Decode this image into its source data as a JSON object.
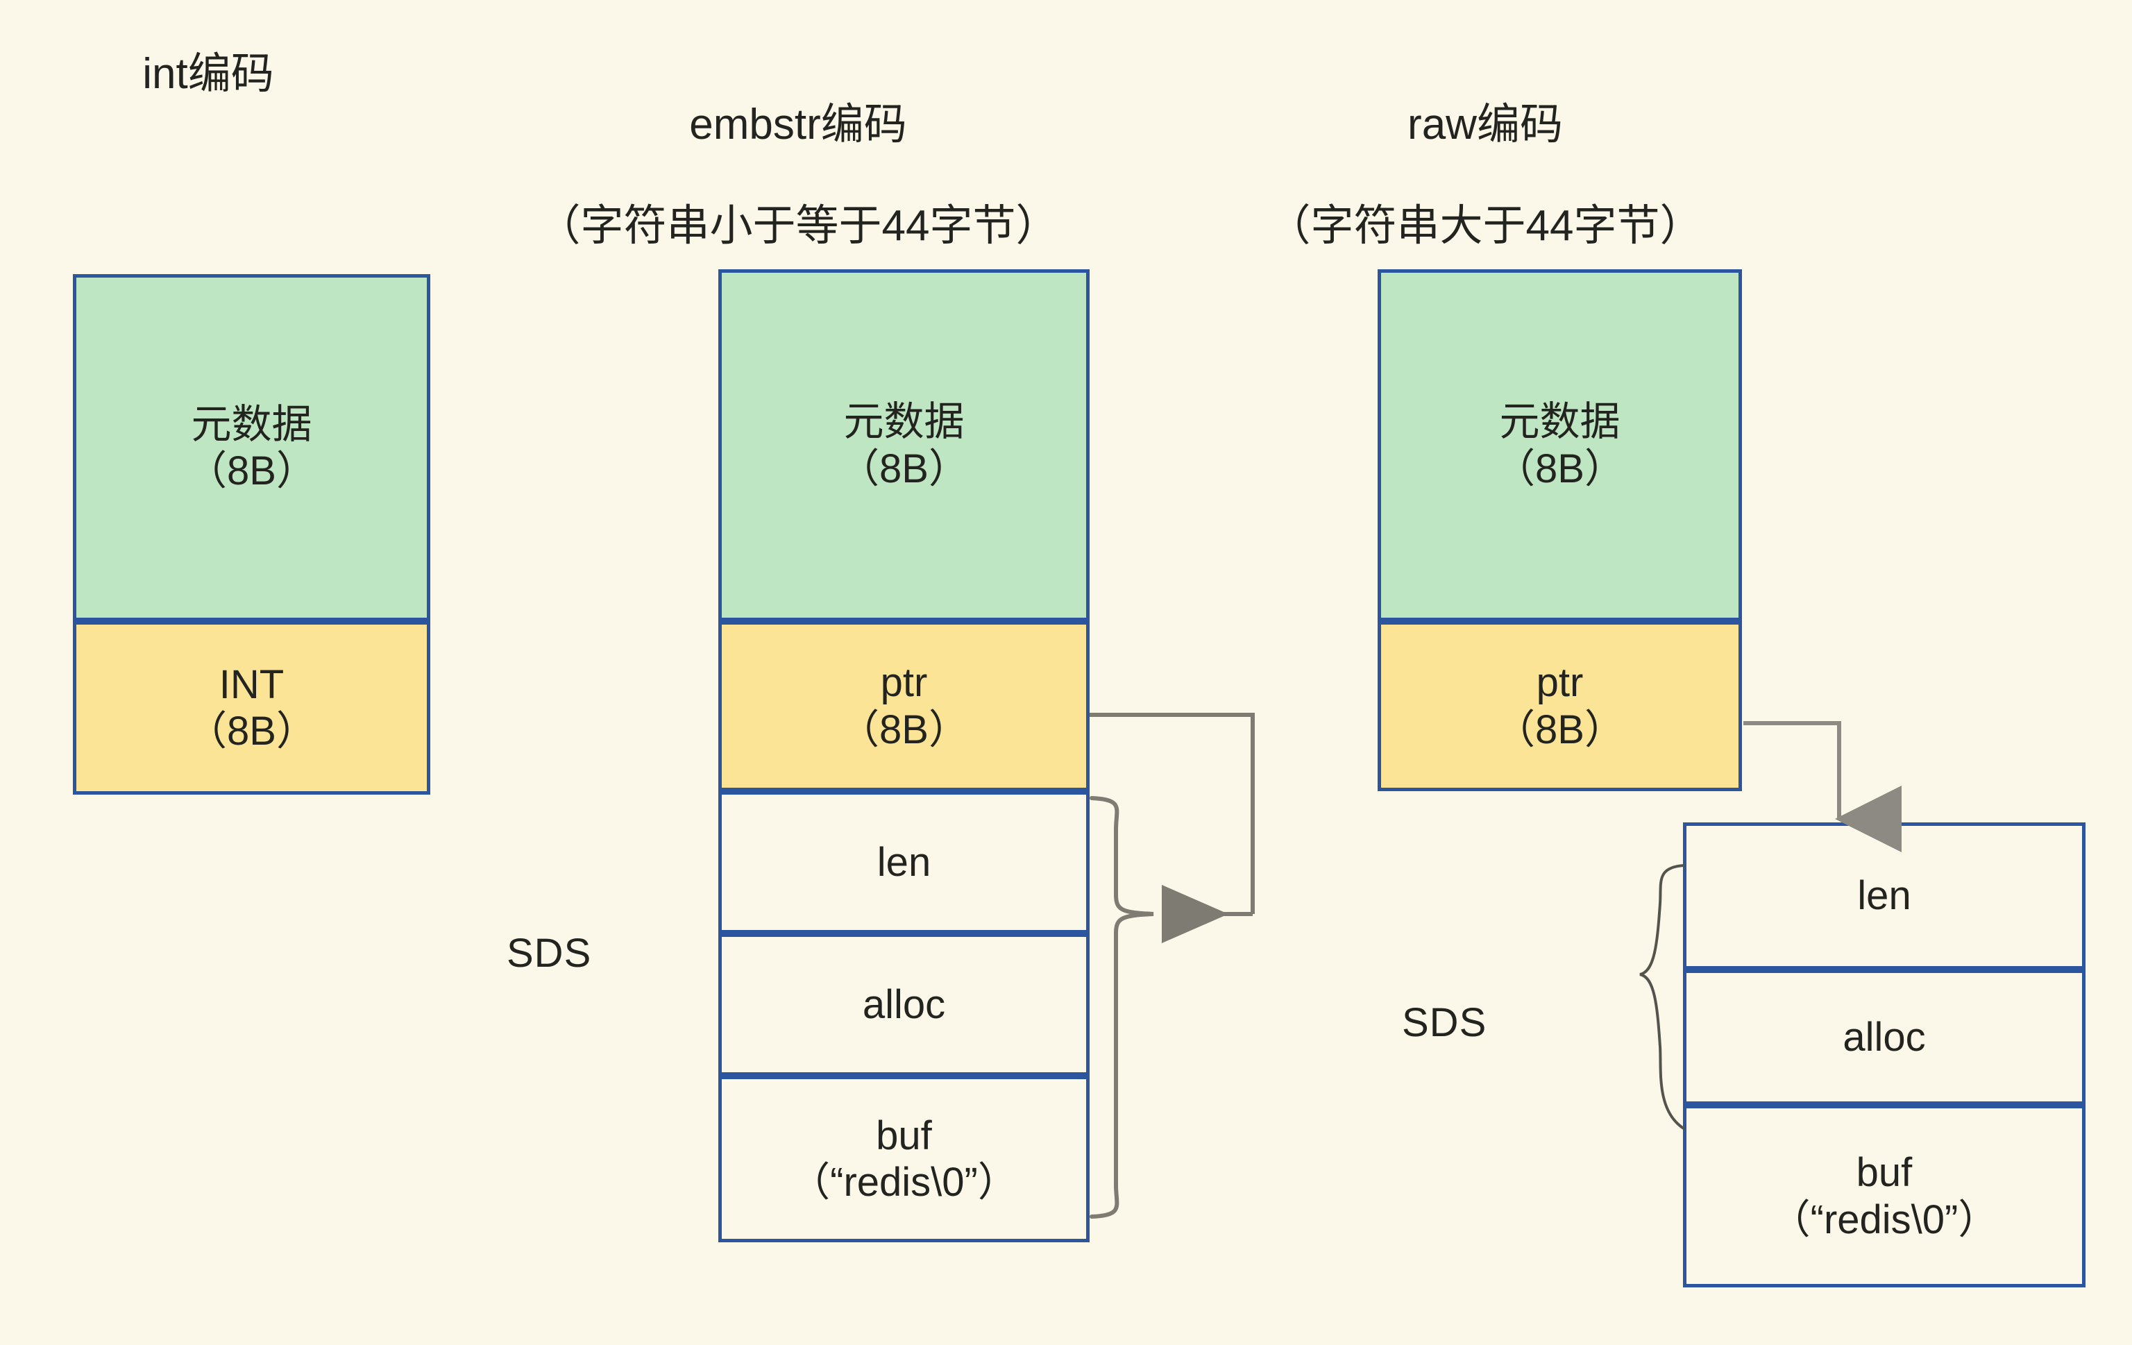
{
  "columns": [
    {
      "id": "int",
      "title": "int编码",
      "subtitle": "",
      "cells": [
        {
          "id": "metadata",
          "line1": "元数据",
          "line2": "（8B）",
          "fill": "green"
        },
        {
          "id": "int-value",
          "line1": "INT",
          "line2": "（8B）",
          "fill": "yellow"
        }
      ]
    },
    {
      "id": "embstr",
      "title": "embstr编码",
      "subtitle": "（字符串小于等于44字节）",
      "sds_label": "SDS",
      "cells": [
        {
          "id": "metadata",
          "line1": "元数据",
          "line2": "（8B）",
          "fill": "green"
        },
        {
          "id": "ptr",
          "line1": "ptr",
          "line2": "（8B）",
          "fill": "yellow"
        },
        {
          "id": "len",
          "line1": "len",
          "line2": "",
          "fill": "plain"
        },
        {
          "id": "alloc",
          "line1": "alloc",
          "line2": "",
          "fill": "plain"
        },
        {
          "id": "buf",
          "line1": "buf",
          "line2": "（“redis\\0”）",
          "fill": "plain"
        }
      ]
    },
    {
      "id": "raw",
      "title": "raw编码",
      "subtitle": "（字符串大于44字节）",
      "sds_label": "SDS",
      "cells": [
        {
          "id": "metadata",
          "line1": "元数据",
          "line2": "（8B）",
          "fill": "green"
        },
        {
          "id": "ptr",
          "line1": "ptr",
          "line2": "（8B）",
          "fill": "yellow"
        }
      ],
      "sds_cells": [
        {
          "id": "len",
          "line1": "len",
          "line2": "",
          "fill": "plain"
        },
        {
          "id": "alloc",
          "line1": "alloc",
          "line2": "",
          "fill": "plain"
        },
        {
          "id": "buf",
          "line1": "buf",
          "line2": "（“redis\\0”）",
          "fill": "plain"
        }
      ]
    }
  ],
  "colors": {
    "background": "#FBF8E9",
    "box_border": "#2C55A0",
    "metadata_fill": "#BFE6C2",
    "pointer_fill": "#FCE496",
    "plain_fill": "#FBF8E9",
    "connector": "#7E7B72",
    "text": "#23241F"
  }
}
